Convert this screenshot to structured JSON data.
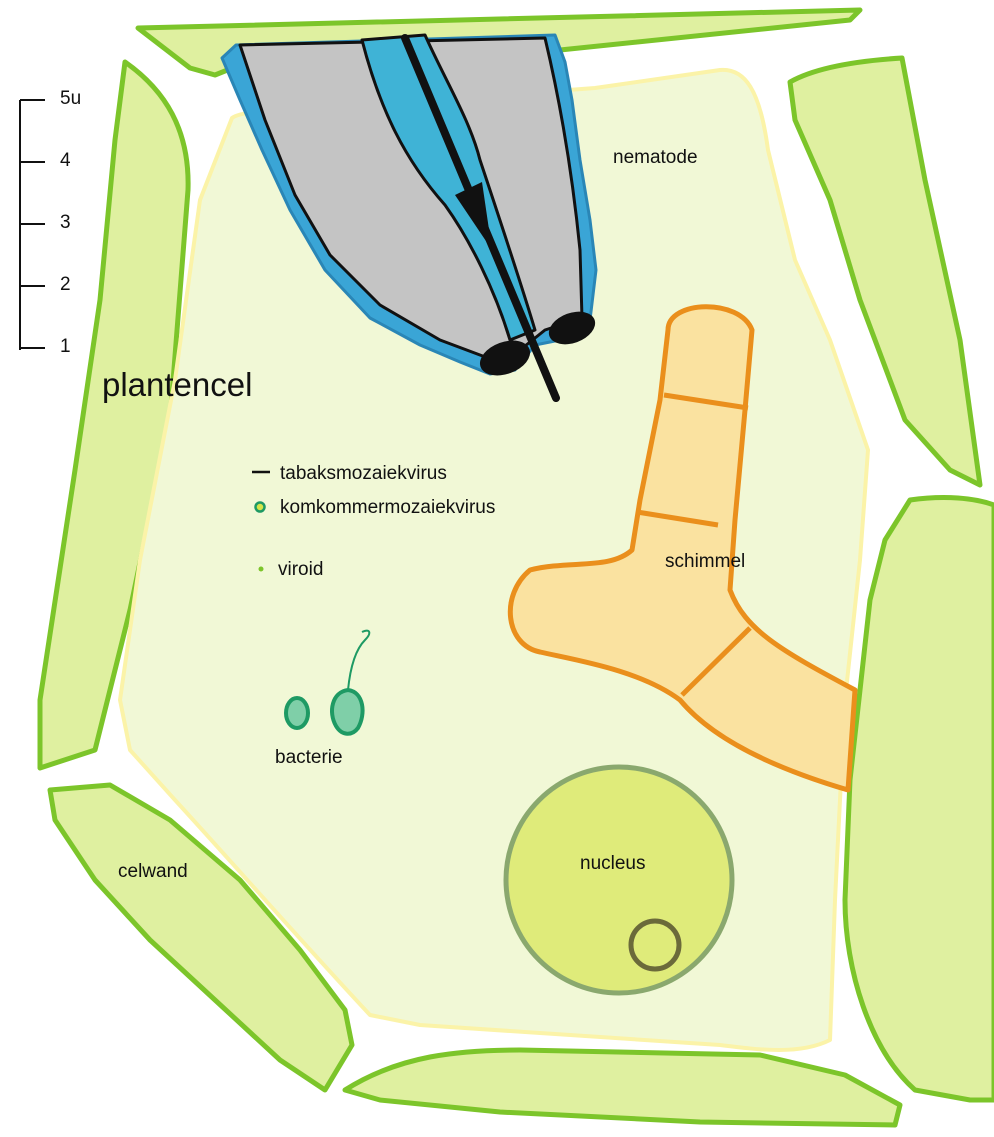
{
  "title": "plantencel",
  "scale": {
    "ticks": [
      "1",
      "2",
      "3",
      "4",
      "5u"
    ]
  },
  "labels": {
    "nematode": "nematode",
    "schimmel": "schimmel",
    "bacterie": "bacterie",
    "nucleus": "nucleus",
    "celwand": "celwand"
  },
  "legend": [
    {
      "icon": "line-marker-icon",
      "label": "tabaksmozaiekvirus"
    },
    {
      "icon": "dot-marker-icon",
      "label": "komkommermozaiekvirus"
    },
    {
      "icon": "small-dot-marker-icon",
      "label": "viroid"
    }
  ],
  "colors": {
    "cell_wall_fill": "#dff0a0",
    "cell_wall_stroke": "#7cc52a",
    "cytoplasm_fill": "#f1f8d6",
    "cytoplasm_stroke": "#fbf3a8",
    "nucleus_fill": "#dfeb7a",
    "nucleus_stroke": "#8aa86e",
    "nucleolus_stroke": "#6b6a3a",
    "fungus_fill": "#fae2a0",
    "fungus_stroke": "#ea8f1c",
    "nematode_body": "#c4c4c4",
    "nematode_outline": "#3aa5d6",
    "nematode_stylet_sheath": "#3fb3d6",
    "bacteria_fill": "#7fcfa8",
    "bacteria_stroke": "#1e9a64"
  }
}
